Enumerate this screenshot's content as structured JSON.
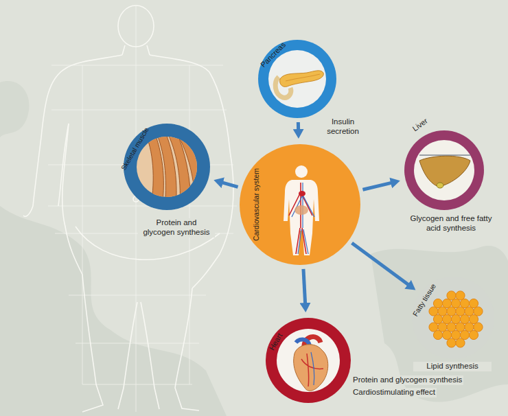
{
  "diagram": {
    "nodes": [
      {
        "text": [
          "Pancreas"
        ]
      },
      {
        "text": [
          "Cardiovascular system"
        ]
      },
      {
        "text": [
          "Skeletal muscle",
          "Protein and glycogen synthesis"
        ]
      },
      {
        "text": [
          "Liver",
          "Glycogen and free fatty acid synthesis"
        ]
      },
      {
        "text": [
          "Fatty tissue",
          "Lipid synthesis"
        ]
      },
      {
        "text": [
          "Heart",
          "Protein and glycogen synthesis",
          "Cardiostimulating effect"
        ]
      }
    ],
    "edges": [
      {
        "from": 0,
        "to": 1,
        "arrow": "to",
        "label": "Insulin secretion"
      },
      {
        "from": 1,
        "to": 2,
        "arrow": "to"
      },
      {
        "from": 1,
        "to": 3,
        "arrow": "to"
      },
      {
        "from": 1,
        "to": 4,
        "arrow": "to"
      },
      {
        "from": 1,
        "to": 5,
        "arrow": "to"
      }
    ]
  }
}
